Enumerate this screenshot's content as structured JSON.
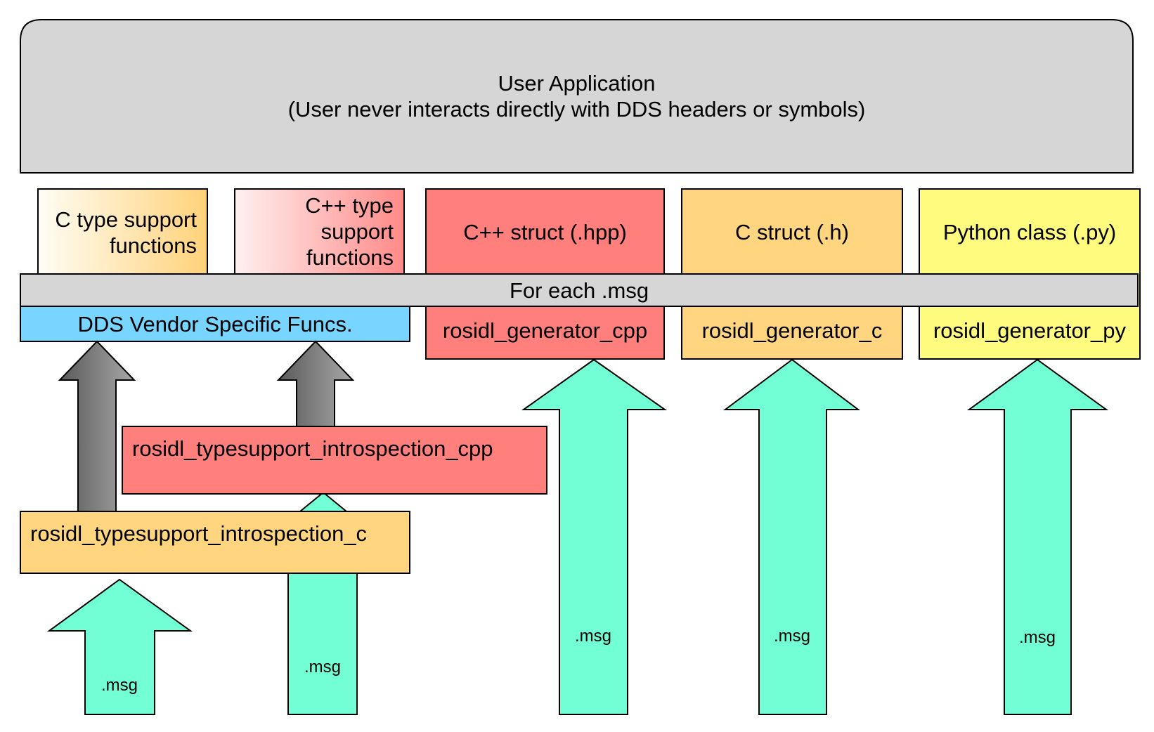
{
  "user_application": {
    "title": "User Application",
    "subtitle": "(User never interacts directly with DDS headers or symbols)"
  },
  "artifacts": {
    "c_type_support": [
      "C type support",
      "functions"
    ],
    "cpp_type_support": [
      "C++ type",
      "support",
      "functions"
    ],
    "cpp_struct": "C++ struct (.hpp)",
    "c_struct": "C struct (.h)",
    "python_class": "Python class (.py)"
  },
  "for_each_msg": "For each .msg",
  "generators": {
    "dds_vendor": "DDS Vendor Specific Funcs.",
    "cpp": "rosidl_generator_cpp",
    "c": "rosidl_generator_c",
    "py": "rosidl_generator_py"
  },
  "typesupport": {
    "introspection_cpp": "rosidl_typesupport_introspection_cpp",
    "introspection_c": "rosidl_typesupport_introspection_c"
  },
  "msg_label": ".msg",
  "colors": {
    "gray_panel": "#d6d6d6",
    "red": "#ff7f7d",
    "orange": "#ffd580",
    "yellow": "#fffb7f",
    "blue": "#77d5ff",
    "teal": "#73ffd6",
    "dark_arrow": "#7d7d7d"
  }
}
